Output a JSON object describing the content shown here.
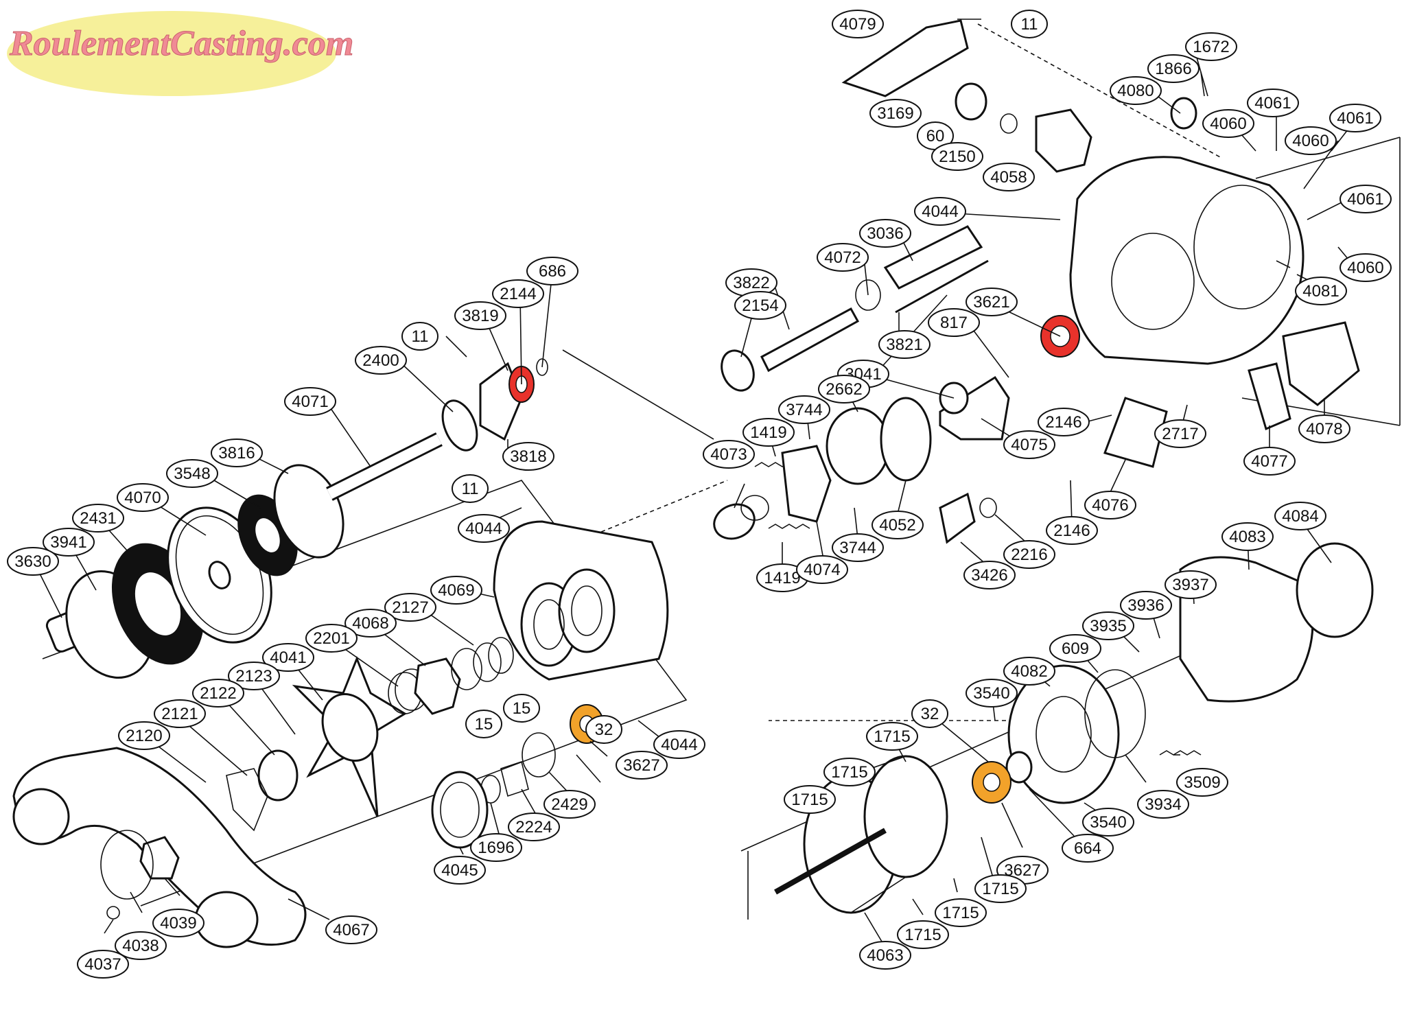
{
  "logo": {
    "text": "RoulementCasting.com"
  },
  "colors": {
    "ink": "#111111",
    "bearing_red": "#e8322b",
    "bearing_gold": "#f2a22a",
    "logo_bg": "#f6f09a",
    "logo_text": "#f08a95"
  },
  "labels": [
    "4079",
    "11",
    "1672",
    "1866",
    "4080",
    "4061",
    "4060",
    "4061",
    "4060",
    "4061",
    "3169",
    "60",
    "2150",
    "4058",
    "4044",
    "3036",
    "4072",
    "3822",
    "2154",
    "3621",
    "817",
    "3821",
    "3041",
    "2662",
    "4075",
    "2146",
    "2717",
    "4078",
    "4077",
    "4081",
    "4060",
    "686",
    "2144",
    "3819",
    "11",
    "2400",
    "4071",
    "3816",
    "3548",
    "4070",
    "2431",
    "3941",
    "3630",
    "3818",
    "11",
    "4044",
    "4069",
    "2127",
    "4068",
    "2201",
    "4041",
    "2123",
    "2122",
    "2121",
    "2120",
    "15",
    "15",
    "32",
    "3627",
    "4044",
    "2429",
    "2224",
    "1696",
    "4045",
    "4073",
    "1419",
    "3744",
    "1419",
    "4074",
    "3744",
    "4052",
    "3426",
    "2216",
    "2146",
    "4076",
    "4084",
    "4083",
    "3937",
    "3936",
    "3935",
    "609",
    "4082",
    "3540",
    "32",
    "1715",
    "1715",
    "1715",
    "3627",
    "664",
    "3540",
    "3934",
    "3509",
    "1715",
    "1715",
    "1715",
    "4063",
    "4067",
    "4039",
    "4038",
    "4037"
  ]
}
